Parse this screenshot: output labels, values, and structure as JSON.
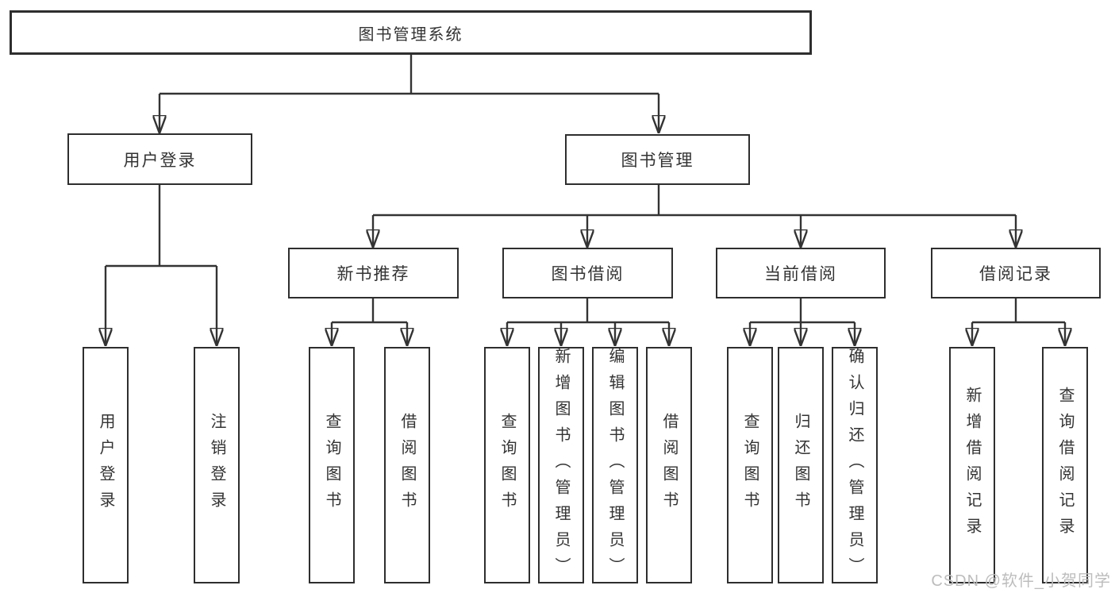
{
  "diagram_title": "图书管理系统",
  "tree": {
    "label": "图书管理系统",
    "children": [
      {
        "label": "用户登录",
        "children": [
          {
            "label": "用户登录"
          },
          {
            "label": "注销登录"
          }
        ]
      },
      {
        "label": "图书管理",
        "children": [
          {
            "label": "新书推荐",
            "children": [
              {
                "label": "查询图书"
              },
              {
                "label": "借阅图书"
              }
            ]
          },
          {
            "label": "图书借阅",
            "children": [
              {
                "label": "查询图书"
              },
              {
                "label": "新增图书（管理员）"
              },
              {
                "label": "编辑图书（管理员）"
              },
              {
                "label": "借阅图书"
              }
            ]
          },
          {
            "label": "当前借阅",
            "children": [
              {
                "label": "查询图书"
              },
              {
                "label": "归还图书"
              },
              {
                "label": "确认归还（管理员）"
              }
            ]
          },
          {
            "label": "借阅记录",
            "children": [
              {
                "label": "新增借阅记录"
              },
              {
                "label": "查询借阅记录"
              }
            ]
          }
        ]
      }
    ]
  },
  "watermark": "CSDN @软件_小贺同学",
  "colors": {
    "line": "#333333",
    "box_border": "#2e2e2e",
    "box_fill": "#ffffff",
    "text": "#333333",
    "watermark": "#bdbdbd"
  }
}
